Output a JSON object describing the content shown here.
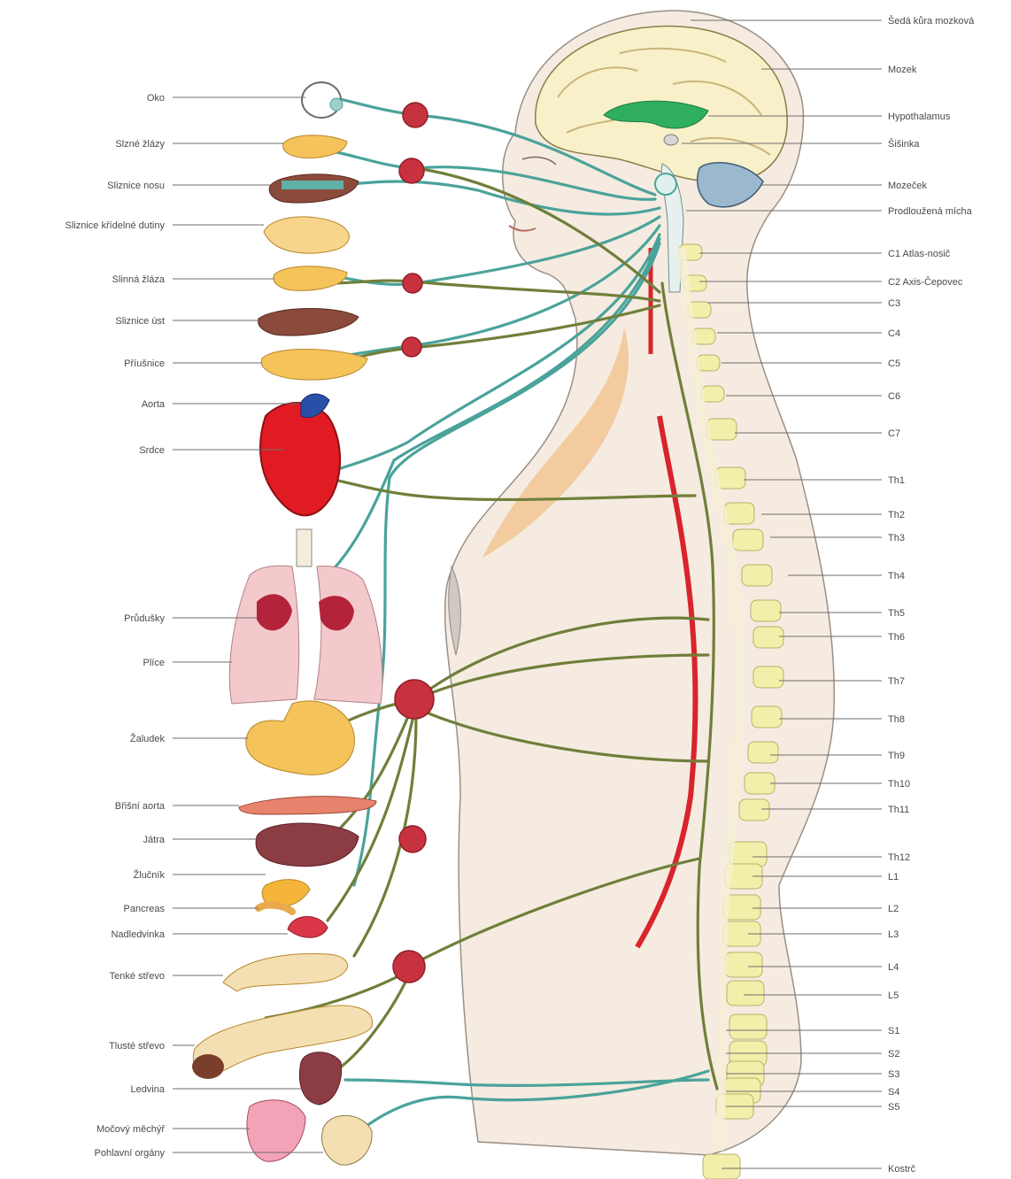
{
  "left_labels": [
    {
      "id": "oko",
      "text": "Oko"
    },
    {
      "id": "slzne-zlazy",
      "text": "Slzné žlázy"
    },
    {
      "id": "sliznice-nosu",
      "text": "Sliznice nosu"
    },
    {
      "id": "sliznice-kridelne-dutiny",
      "text": "Sliznice křídelné dutiny"
    },
    {
      "id": "slinna-zlaza",
      "text": "Slinná žláza"
    },
    {
      "id": "sliznice-ust",
      "text": "Sliznice úst"
    },
    {
      "id": "priusnice",
      "text": "Příušnice"
    },
    {
      "id": "aorta",
      "text": "Aorta"
    },
    {
      "id": "srdce",
      "text": "Srdce"
    },
    {
      "id": "prudusky",
      "text": "Průdušky"
    },
    {
      "id": "plice",
      "text": "Plíce"
    },
    {
      "id": "zaludek",
      "text": "Žaludek"
    },
    {
      "id": "bricni-aorta",
      "text": "Břišní aorta"
    },
    {
      "id": "jatra",
      "text": "Játra"
    },
    {
      "id": "zlucnik",
      "text": "Žlučník"
    },
    {
      "id": "pancreas",
      "text": "Pancreas"
    },
    {
      "id": "nadledvinka",
      "text": "Nadledvinka"
    },
    {
      "id": "tenke-strevo",
      "text": "Tenké střevo"
    },
    {
      "id": "tluste-strevo",
      "text": "Tlusté střevo"
    },
    {
      "id": "ledvina",
      "text": "Ledvina"
    },
    {
      "id": "mocovy-mechyr",
      "text": "Močový měchýř"
    },
    {
      "id": "pohlavni-organy",
      "text": "Pohlavní orgány"
    }
  ],
  "right_labels": [
    {
      "id": "seda-kura",
      "text": "Šedá kůra mozková"
    },
    {
      "id": "mozek",
      "text": "Mozek"
    },
    {
      "id": "hypothalamus",
      "text": "Hypothalamus"
    },
    {
      "id": "sisinka",
      "text": "Šišinka"
    },
    {
      "id": "mozecek",
      "text": "Mozeček"
    },
    {
      "id": "prodlouzena-micha",
      "text": "Prodloužená mícha"
    },
    {
      "id": "c1",
      "text": "C1 Atlas-nosič"
    },
    {
      "id": "c2",
      "text": "C2 Axis-Čepovec"
    },
    {
      "id": "c3",
      "text": "C3"
    },
    {
      "id": "c4",
      "text": "C4"
    },
    {
      "id": "c5",
      "text": "C5"
    },
    {
      "id": "c6",
      "text": "C6"
    },
    {
      "id": "c7",
      "text": "C7"
    },
    {
      "id": "th1",
      "text": "Th1"
    },
    {
      "id": "th2",
      "text": "Th2"
    },
    {
      "id": "th3",
      "text": "Th3"
    },
    {
      "id": "th4",
      "text": "Th4"
    },
    {
      "id": "th5",
      "text": "Th5"
    },
    {
      "id": "th6",
      "text": "Th6"
    },
    {
      "id": "th7",
      "text": "Th7"
    },
    {
      "id": "th8",
      "text": "Th8"
    },
    {
      "id": "th9",
      "text": "Th9"
    },
    {
      "id": "th10",
      "text": "Th10"
    },
    {
      "id": "th11",
      "text": "Th11"
    },
    {
      "id": "th12",
      "text": "Th12"
    },
    {
      "id": "l1",
      "text": "L1"
    },
    {
      "id": "l2",
      "text": "L2"
    },
    {
      "id": "l3",
      "text": "L3"
    },
    {
      "id": "l4",
      "text": "L4"
    },
    {
      "id": "l5",
      "text": "L5"
    },
    {
      "id": "s1",
      "text": "S1"
    },
    {
      "id": "s2",
      "text": "S2"
    },
    {
      "id": "s3",
      "text": "S3"
    },
    {
      "id": "s4",
      "text": "S4"
    },
    {
      "id": "s5",
      "text": "S5"
    },
    {
      "id": "kostrc",
      "text": "Kostrč"
    }
  ],
  "colors": {
    "sympathetic_nerve": "#6f7f3a",
    "parasympathetic_nerve": "#4aa39a",
    "ganglion": "#c8323e",
    "spine": "#f2efaa",
    "skin": "#f6ebe0",
    "heart": "#e01b24",
    "lungs": "#f3c9cc"
  }
}
